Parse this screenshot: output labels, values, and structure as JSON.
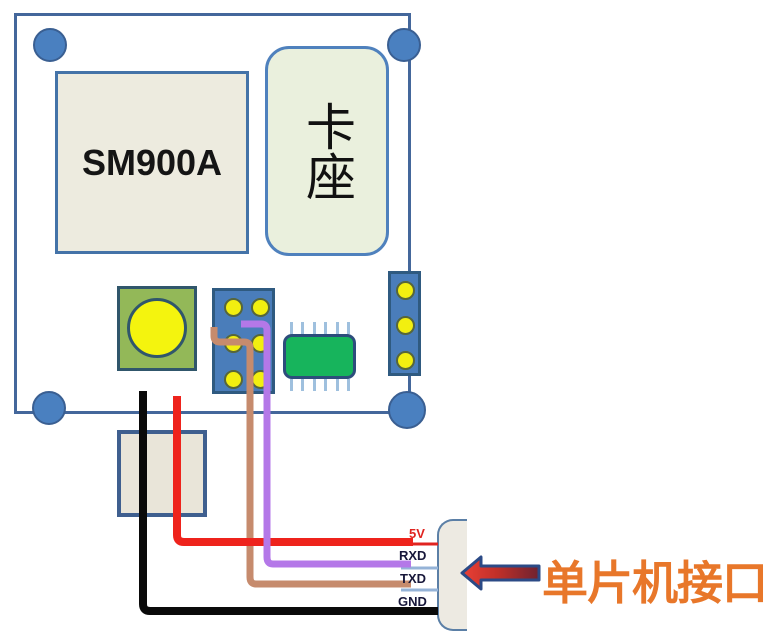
{
  "board": {
    "module_label": "SM900A",
    "sim_slot_label": "卡座"
  },
  "mcu_interface": {
    "annotation": "单片机接口",
    "pins": [
      {
        "label": "5V",
        "wire_color": "red",
        "wire_hex": "#ee231c"
      },
      {
        "label": "RXD",
        "wire_color": "purple",
        "wire_hex": "#b478e8"
      },
      {
        "label": "TXD",
        "wire_color": "brown",
        "wire_hex": "#c68b6d"
      },
      {
        "label": "GND",
        "wire_color": "black",
        "wire_hex": "#0a0a0a"
      }
    ]
  },
  "colors": {
    "board_border": "#44679b",
    "mounting_hole": "#4a80c0",
    "chip_fill": "#edebdf",
    "sim_slot_fill": "#eaf0dd",
    "button_green": "#93b858",
    "button_yellow": "#f4f40e",
    "header_blue": "#4a7dba",
    "pin_yellow": "#f2ef10",
    "ic_green": "#17b45c",
    "label_5v": "#e02420",
    "pin_lead_blue": "#95b3d7",
    "pin_lead_navy": "#17375e",
    "annotation_orange": "#e8772a",
    "arrow_outline": "#2b4a86"
  }
}
